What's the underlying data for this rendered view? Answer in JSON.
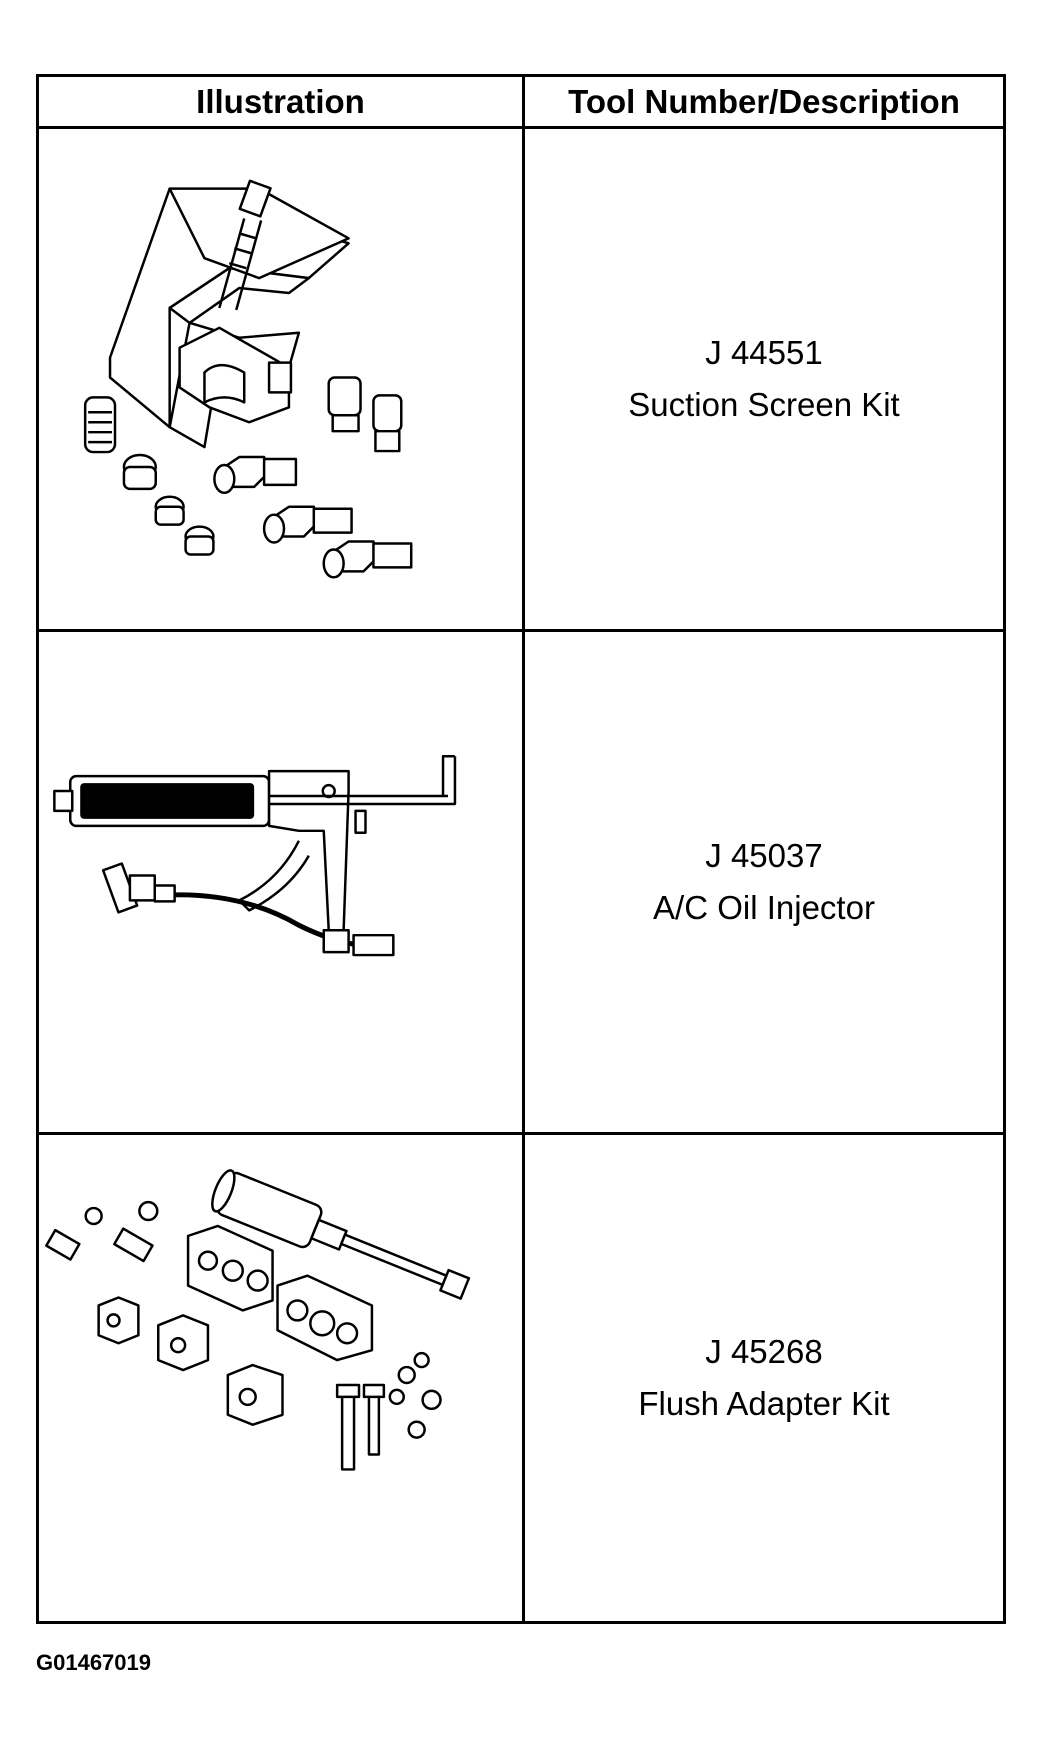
{
  "table": {
    "headers": {
      "illustration": "Illustration",
      "tool": "Tool Number/Description"
    },
    "rows": [
      {
        "tool_number": "J 44551",
        "description": "Suction Screen Kit",
        "illustration_icon": "suction-screen-kit-icon"
      },
      {
        "tool_number": "J 45037",
        "description": "A/C Oil Injector",
        "illustration_icon": "oil-injector-icon"
      },
      {
        "tool_number": "J 45268",
        "description": "Flush Adapter Kit",
        "illustration_icon": "flush-adapter-kit-icon"
      }
    ]
  },
  "figure_id": "G01467019",
  "colors": {
    "line": "#000000",
    "background": "#ffffff"
  }
}
